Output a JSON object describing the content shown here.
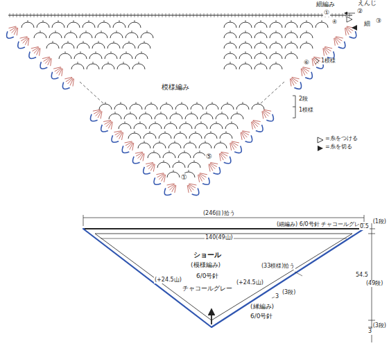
{
  "diagram": {
    "labels": [
      "細編み",
      "えんじ",
      "①",
      "②",
      "③",
      "細",
      "④",
      "⑥",
      "1模様",
      "模様編み",
      "2段",
      "1模様",
      "⑤",
      "①",
      "(246目)拾う",
      "(細編み) 6/0号針 チャコールグレー",
      "140(49山)",
      "ショール",
      "(模様編み)",
      "(+24.5山)",
      "6/0号針",
      "(+24.5山)",
      "(33模様)拾う",
      "チャコールグレー",
      "3",
      "(3段)",
      "(縁編み)",
      "6/0号針",
      "0.5",
      "(1段)",
      "54.5",
      "(49段)",
      "3",
      "(3段)"
    ],
    "legend": [
      {
        "text": "=糸をつける"
      },
      {
        "text": "=糸を切る"
      }
    ]
  }
}
